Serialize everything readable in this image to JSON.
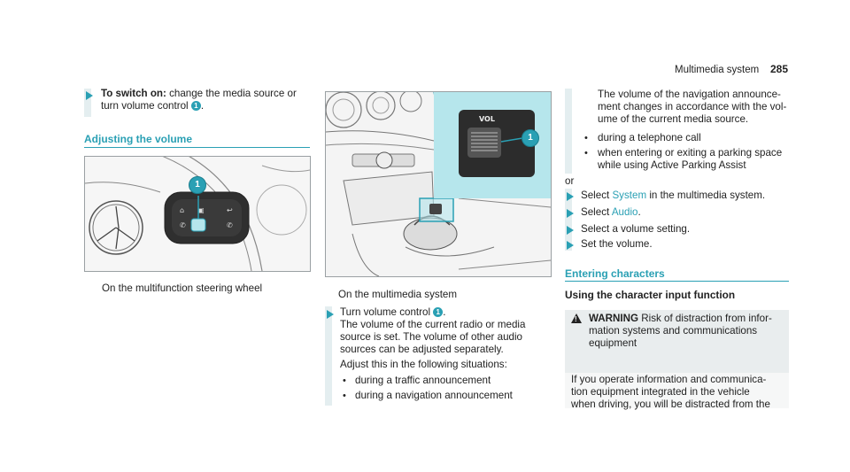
{
  "header": {
    "title": "Multimedia system",
    "page_number": "285"
  },
  "col1": {
    "step1": {
      "bold": "To switch on:",
      "text1": " change the media source or",
      "text2": "turn volume control",
      "marker": "1",
      "end": "."
    },
    "section_title": "Adjusting the volume",
    "figure1": {
      "marker": "1",
      "caption": "On the multifunction steering wheel"
    }
  },
  "col2": {
    "figure2": {
      "marker": "1",
      "label": "VOL",
      "caption": "On the multimedia system"
    },
    "step": {
      "line1": "Turn volume control",
      "marker": "1",
      "end": ".",
      "line2": "The volume of the current radio or media",
      "line3": "source is set. The volume of other audio",
      "line4": "sources can be adjusted separately.",
      "line5": "Adjust this in the following situations:",
      "bullets": [
        "during a traffic announcement",
        "during a navigation announcement"
      ]
    }
  },
  "col3": {
    "cont": [
      "The volume of the navigation announce-",
      "ment changes in accordance with the vol-",
      "ume of the current media source."
    ],
    "bullets": [
      {
        "l1": "during a telephone call",
        "l2": ""
      },
      {
        "l1": "when entering or exiting a parking space",
        "l2": "while using Active Parking Assist"
      }
    ],
    "or": "or",
    "steps": [
      {
        "pre": "Select ",
        "link": "System",
        "post": " in the multimedia system."
      },
      {
        "pre": "Select ",
        "link": "Audio",
        "post": "."
      },
      {
        "pre": "Select a volume setting.",
        "link": "",
        "post": ""
      },
      {
        "pre": "Set the volume.",
        "link": "",
        "post": ""
      }
    ],
    "section_title": "Entering characters",
    "subheading": "Using the character input function",
    "warning": {
      "label": "WARNING",
      "text1": " Risk of distraction from infor-",
      "text2": "mation systems and communications",
      "text3": "equipment",
      "body1": "If you operate information and communica-",
      "body2": "tion equipment integrated in the vehicle",
      "body3": "when driving, you will be distracted from the"
    }
  },
  "colors": {
    "accent": "#2aa0b4",
    "highlight": "#b6e6ec"
  }
}
